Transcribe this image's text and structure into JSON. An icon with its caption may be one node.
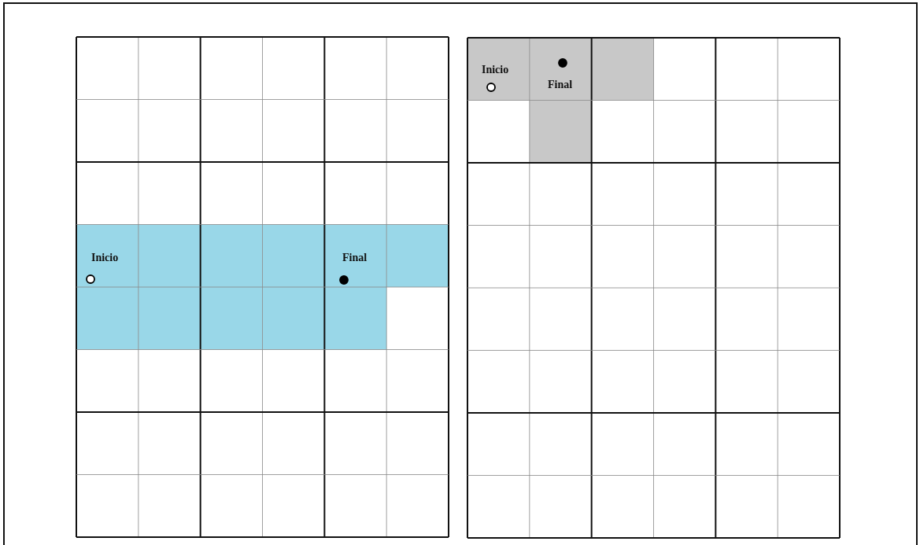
{
  "diagram": {
    "labels": [
      "Inicio",
      "Final",
      "Inicio",
      "Final"
    ]
  }
}
